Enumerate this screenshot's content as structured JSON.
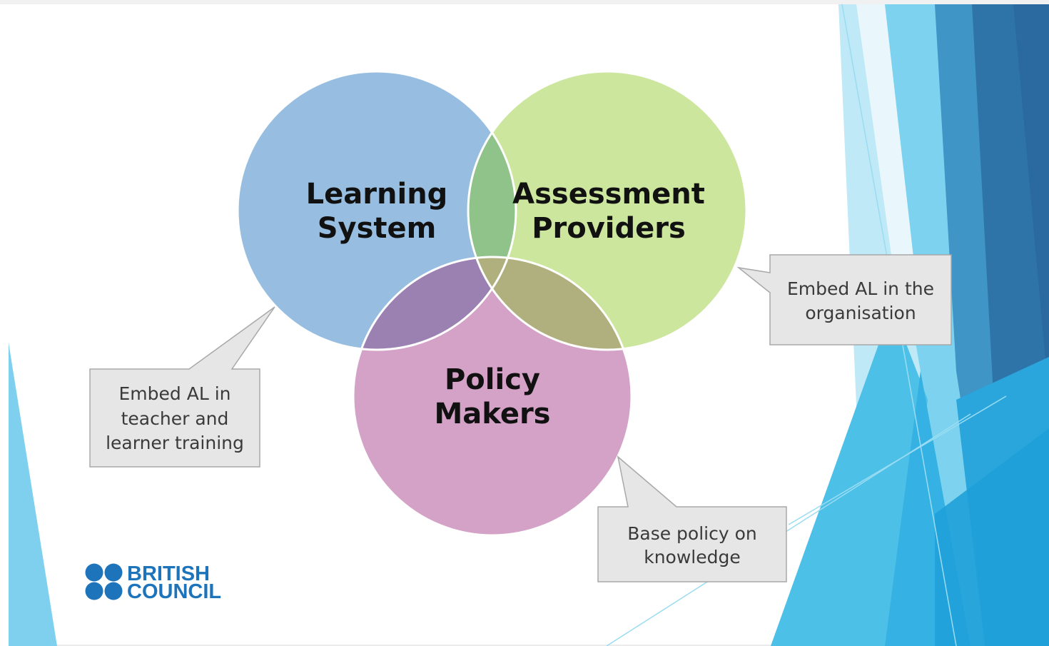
{
  "circles": {
    "learning_system": {
      "line1": "Learning",
      "line2": "System",
      "color": "#8eb8dd"
    },
    "assessment_providers": {
      "line1": "Assessment",
      "line2": "Providers",
      "color": "#c9e496"
    },
    "policy_makers": {
      "line1": "Policy",
      "line2": "Makers",
      "color": "#d099c2"
    }
  },
  "callouts": {
    "learning": {
      "line1": "Embed AL in",
      "line2": "teacher and",
      "line3": "learner training"
    },
    "assessment": {
      "line1": "Embed AL in the",
      "line2": "organisation"
    },
    "policy": {
      "line1": "Base policy on",
      "line2": "knowledge"
    }
  },
  "logo": {
    "line1": "BRITISH",
    "line2": "COUNCIL",
    "icon": "four-dots-logo-icon",
    "color": "#1e74bb"
  },
  "colors": {
    "callout_fill": "#e6e6e6",
    "callout_border": "#a8a8a8",
    "accent_dark_blue": "#2a6aa0",
    "accent_light_blue": "#7dd3ef"
  }
}
